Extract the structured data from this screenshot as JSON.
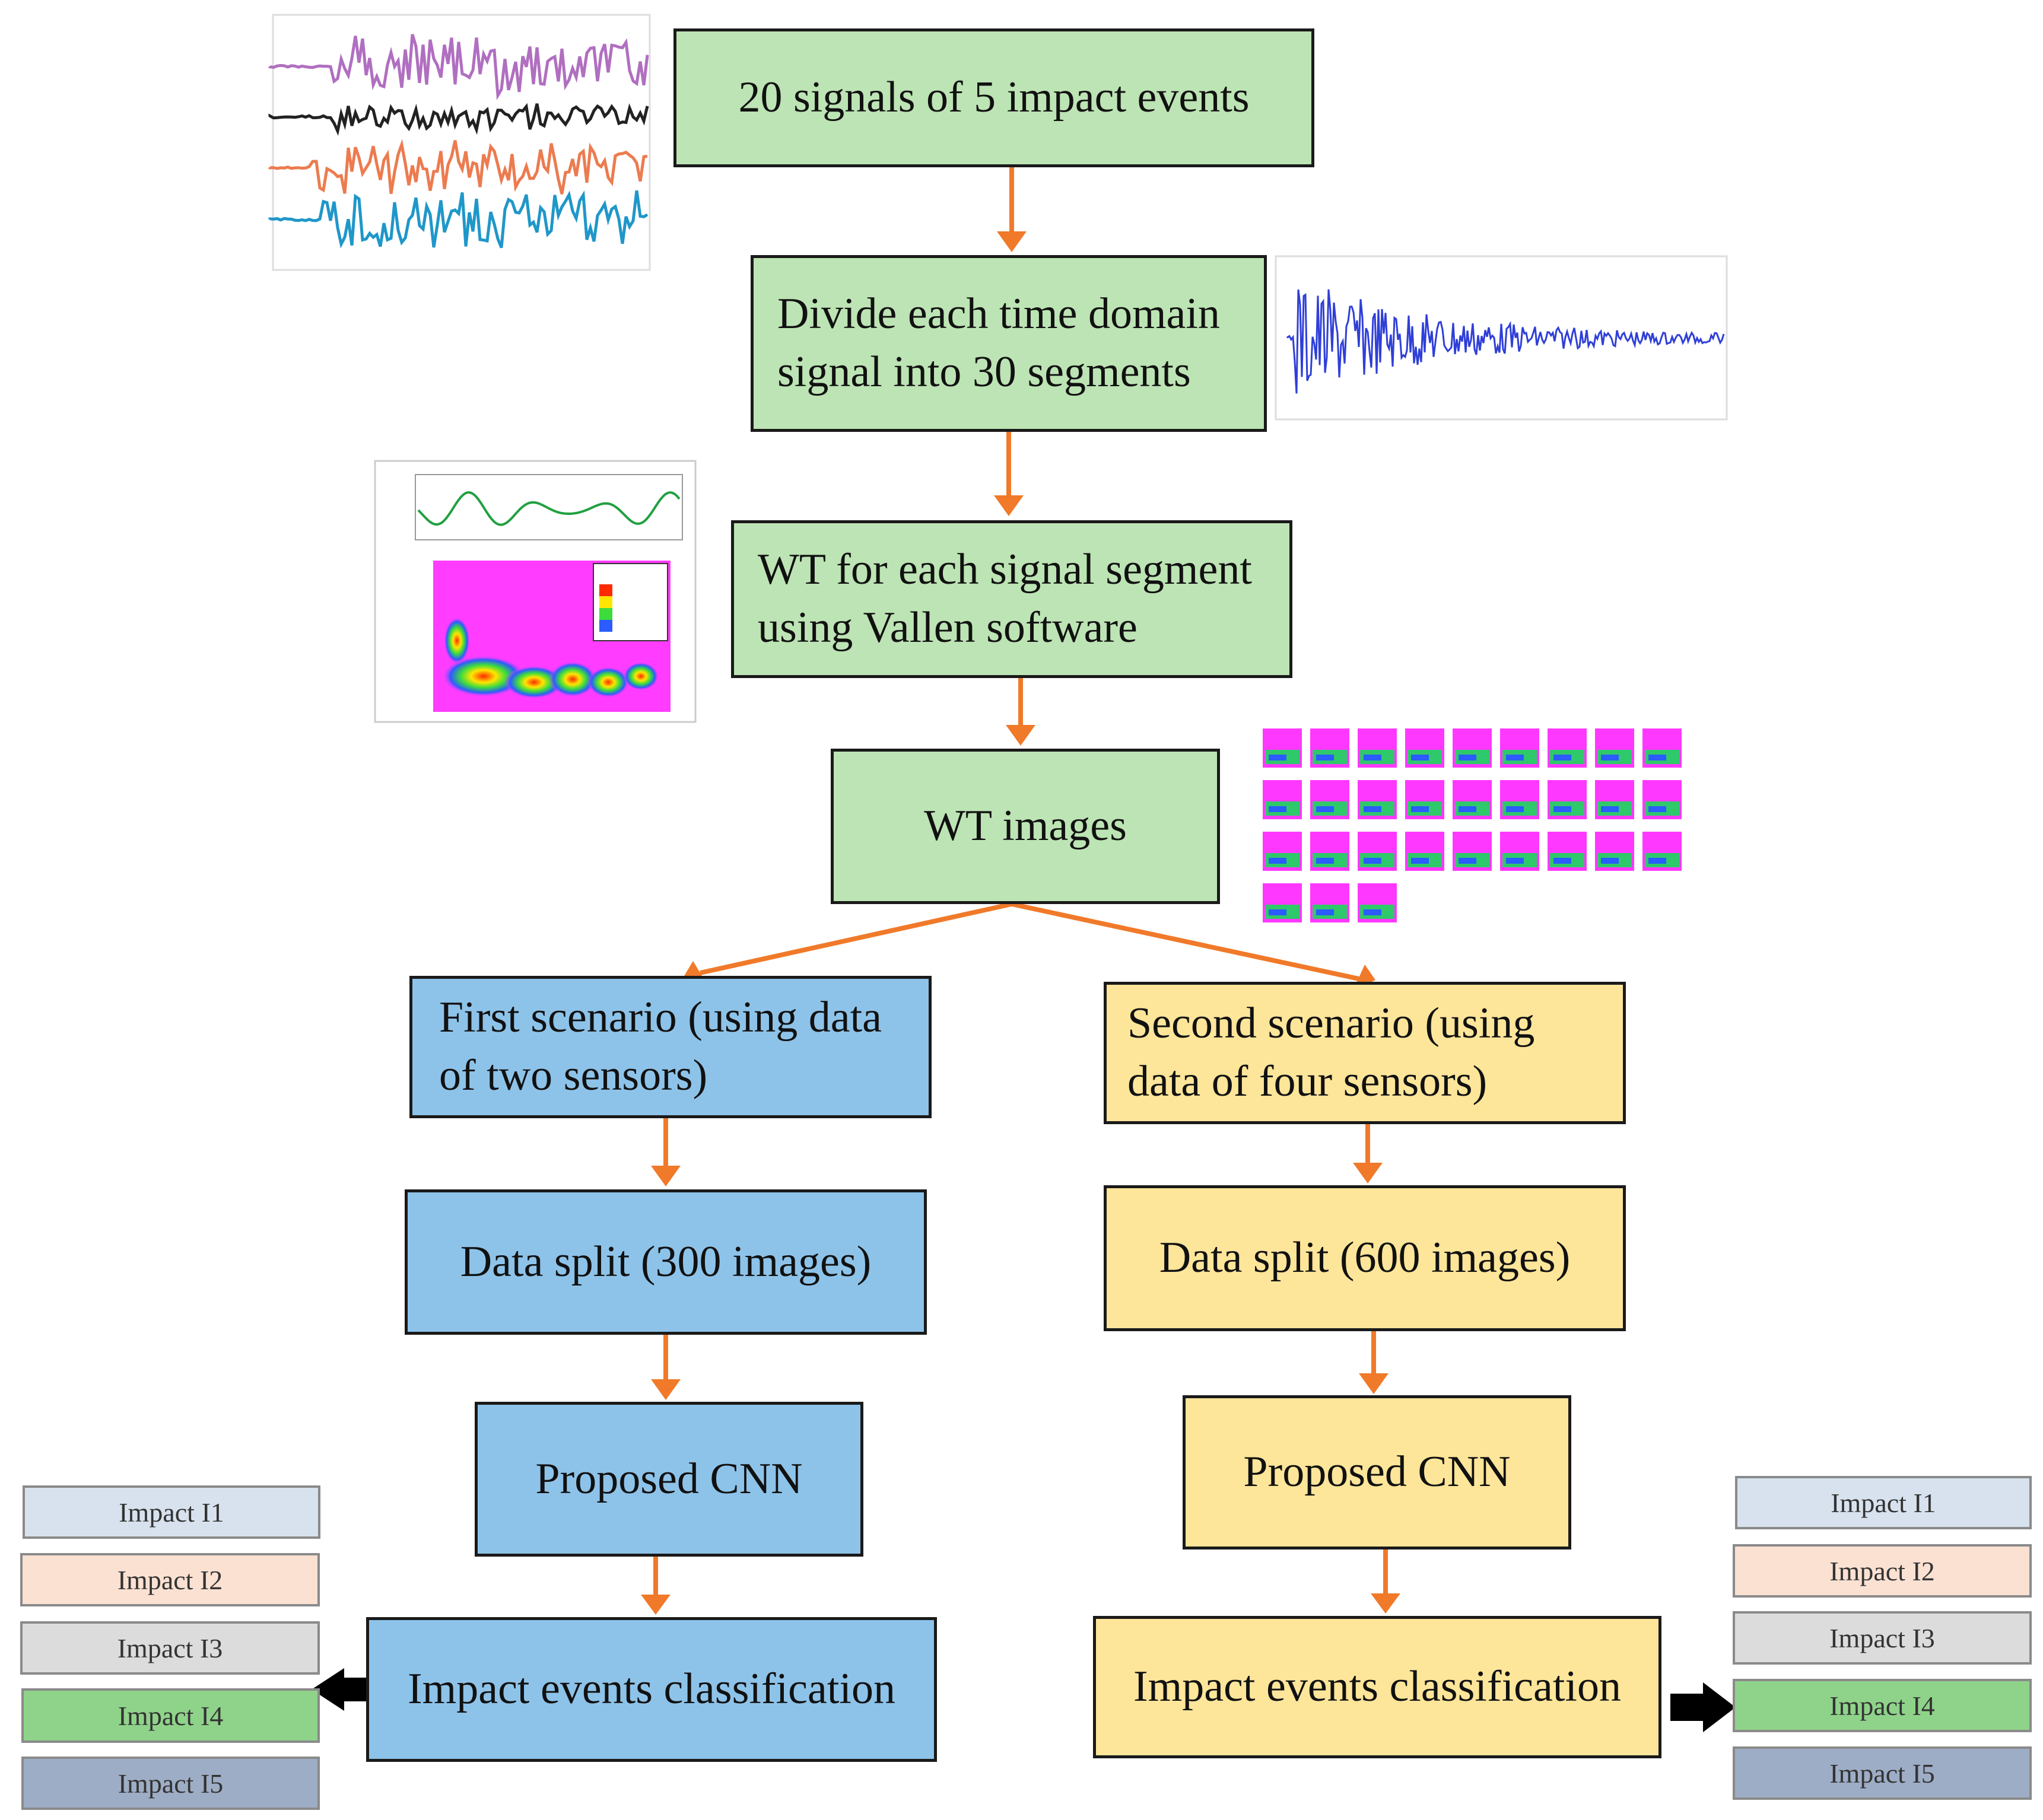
{
  "steps": {
    "signals": "20 signals of 5 impact events",
    "divide_l1": "Divide each time domain",
    "divide_l2": "signal into 30 segments",
    "wt_l1": "WT for each signal segment",
    "wt_l2": "using Vallen software",
    "wt_images": "WT images"
  },
  "scenario1": {
    "title_l1": "First scenario (using data",
    "title_l2": "of two sensors)",
    "split": "Data split (300 images)",
    "cnn": "Proposed CNN",
    "classification": "Impact events classification"
  },
  "scenario2": {
    "title_l1": "Second scenario (using",
    "title_l2": "data of four sensors)",
    "split": "Data split (600 images)",
    "cnn": "Proposed CNN",
    "classification": "Impact events classification"
  },
  "impact_labels": [
    "Impact I1",
    "Impact I2",
    "Impact I3",
    "Impact I4",
    "Impact I5"
  ],
  "colors": {
    "process_box": "#bde4b4",
    "scenario1_box": "#8ec3e9",
    "scenario2_box": "#fde59a",
    "arrow": "#f07a2a",
    "output_arrow": "#000000"
  }
}
